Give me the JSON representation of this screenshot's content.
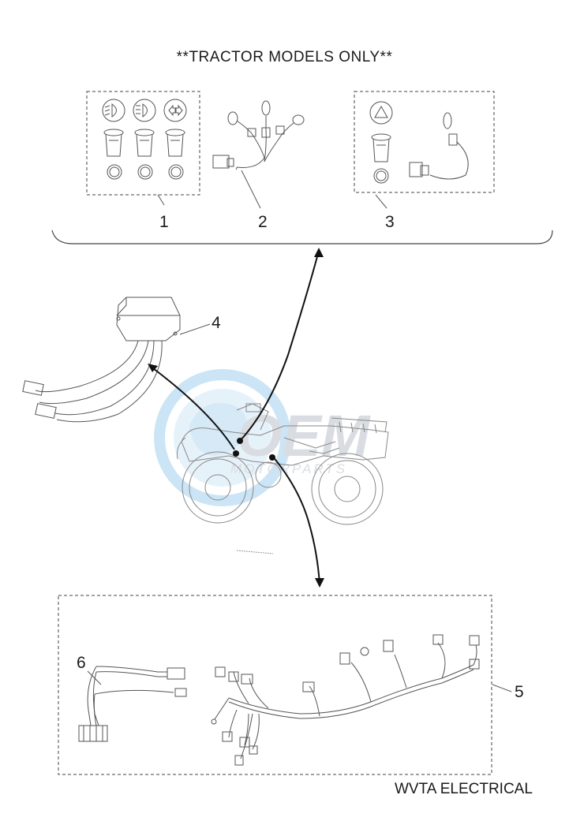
{
  "header": {
    "title": "**TRACTOR MODELS ONLY**"
  },
  "callouts": {
    "item_1": "1",
    "item_2": "2",
    "item_3": "3",
    "item_4": "4",
    "item_5": "5",
    "item_6": "6"
  },
  "watermark": {
    "text": "OEM",
    "subtext": "MOTORPARTS"
  },
  "footer": {
    "label": "WVTA ELECTRICAL"
  },
  "icons": [
    "headlight-low-icon",
    "headlight-high-icon",
    "turn-signal-icon",
    "hazard-triangle-icon"
  ],
  "colors": {
    "line": "#1a1a1a",
    "watermark_blue": "#bcdcf2",
    "watermark_gray": "#d6dbe0"
  }
}
